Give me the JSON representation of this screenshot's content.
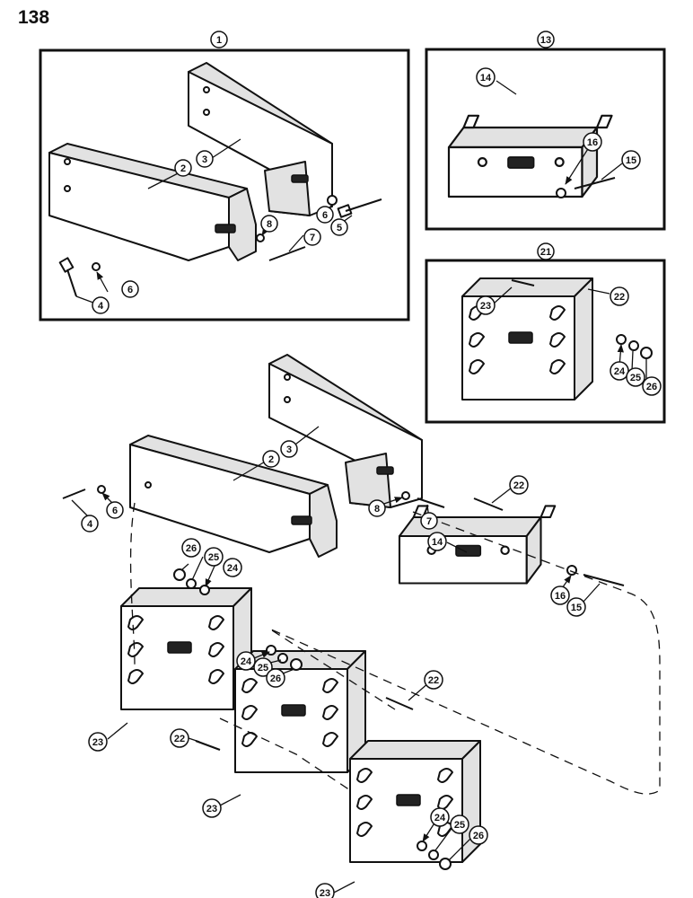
{
  "page_number": "138",
  "insets": [
    {
      "label": "1"
    },
    {
      "label": "13"
    },
    {
      "label": "21"
    }
  ],
  "callouts": [
    "2",
    "3",
    "4",
    "5",
    "6",
    "7",
    "8",
    "14",
    "15",
    "16",
    "22",
    "23",
    "24",
    "25",
    "26"
  ]
}
